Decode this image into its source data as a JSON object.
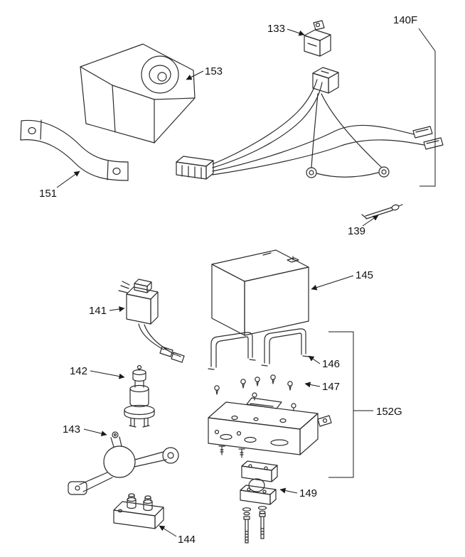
{
  "diagram": {
    "background_color": "#ffffff",
    "line_color": "#2b2b2b",
    "label_color": "#111111",
    "callouts": [
      {
        "id": "153",
        "label": "153"
      },
      {
        "id": "133",
        "label": "133"
      },
      {
        "id": "140F",
        "label": "140F"
      },
      {
        "id": "151",
        "label": "151"
      },
      {
        "id": "139",
        "label": "139"
      },
      {
        "id": "145",
        "label": "145"
      },
      {
        "id": "141",
        "label": "141"
      },
      {
        "id": "142",
        "label": "142"
      },
      {
        "id": "146",
        "label": "146"
      },
      {
        "id": "147",
        "label": "147"
      },
      {
        "id": "152G",
        "label": "152G"
      },
      {
        "id": "143",
        "label": "143"
      },
      {
        "id": "149",
        "label": "149"
      },
      {
        "id": "144",
        "label": "144"
      }
    ]
  }
}
